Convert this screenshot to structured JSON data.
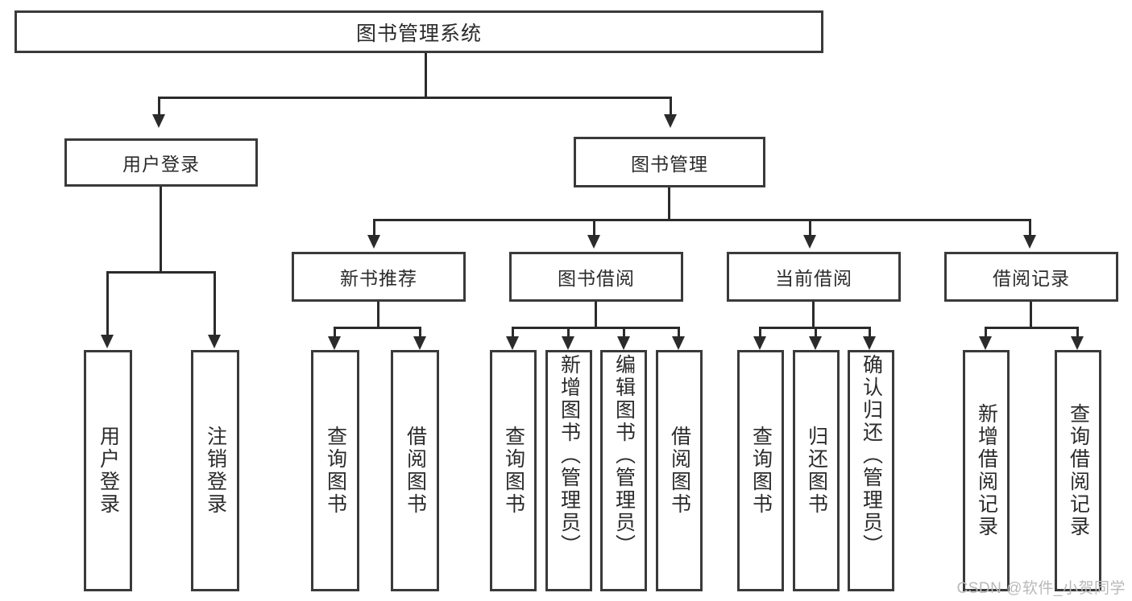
{
  "diagram": {
    "type": "hierarchy-tree",
    "title": "图书管理系统",
    "watermark": "CSDN @软件_小贺同学",
    "colors": {
      "stroke": "#2b2b2b",
      "box_border": "#3a3a3a",
      "background": "#ffffff",
      "text": "#2b2b2b",
      "watermark": "#b9b9b9"
    },
    "levels": {
      "root": "图书管理系统",
      "level2": [
        "用户登录",
        "图书管理"
      ],
      "level3": [
        "新书推荐",
        "图书借阅",
        "当前借阅",
        "借阅记录"
      ]
    },
    "nodes": {
      "root": {
        "label": "图书管理系统"
      },
      "user_login": {
        "label": "用户登录"
      },
      "book_manage": {
        "label": "图书管理"
      },
      "new_book_rec": {
        "label": "新书推荐"
      },
      "book_borrow": {
        "label": "图书借阅"
      },
      "current_borrow": {
        "label": "当前借阅"
      },
      "borrow_record": {
        "label": "借阅记录"
      }
    },
    "leaves": {
      "user_login": [
        {
          "label": "用户登录"
        },
        {
          "label": "注销登录"
        }
      ],
      "new_book_rec": [
        {
          "label": "查询图书"
        },
        {
          "label": "借阅图书"
        }
      ],
      "book_borrow": [
        {
          "label": "查询图书"
        },
        {
          "label": "新增图书（管理员）"
        },
        {
          "label": "编辑图书（管理员）"
        },
        {
          "label": "借阅图书"
        }
      ],
      "current_borrow": [
        {
          "label": "查询图书"
        },
        {
          "label": "归还图书"
        },
        {
          "label": "确认归还（管理员）"
        }
      ],
      "borrow_record": [
        {
          "label": "新增借阅记录"
        },
        {
          "label": "查询借阅记录"
        }
      ]
    }
  }
}
